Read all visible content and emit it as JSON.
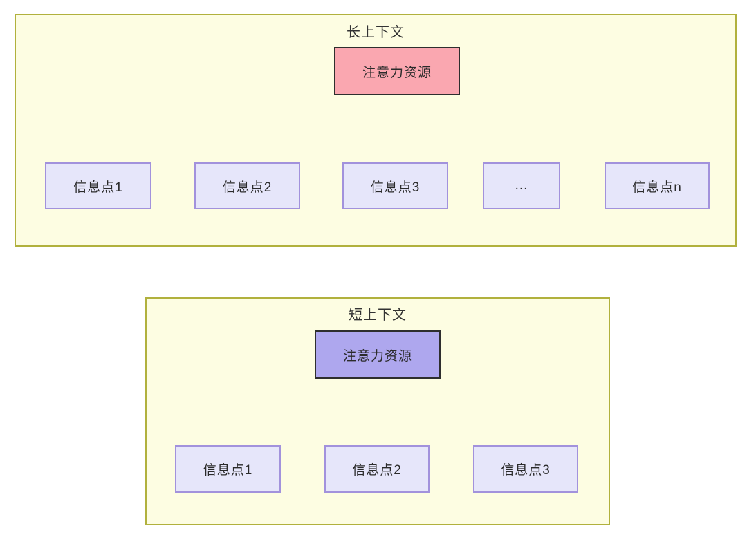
{
  "diagram": {
    "long_context": {
      "title": "长上下文",
      "root_label": "注意力资源",
      "children": [
        "信息点1",
        "信息点2",
        "信息点3",
        "...",
        "信息点n"
      ]
    },
    "short_context": {
      "title": "短上下文",
      "root_label": "注意力资源",
      "children": [
        "信息点1",
        "信息点2",
        "信息点3"
      ]
    },
    "colors": {
      "container_bg": "#FDFDE2",
      "container_border": "#B1B13D",
      "long_root_bg": "#FAA7B0",
      "short_root_bg": "#AEA7EE",
      "leaf_bg": "#E6E6FA",
      "leaf_border": "#A292DC",
      "root_border": "#2E2E2E",
      "arrow": "#3C3C3C",
      "text": "#2B2B2B"
    }
  }
}
